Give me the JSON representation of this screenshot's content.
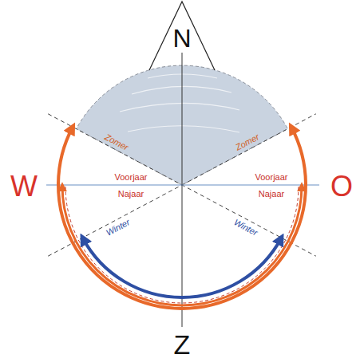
{
  "diagram": {
    "labels": [
      "N",
      "W",
      "O",
      "Z",
      "Zomer",
      "Zomer",
      "Voorjaar",
      "Najaar",
      "Voorjaar",
      "Najaar",
      "Winter",
      "Winter"
    ]
  }
}
